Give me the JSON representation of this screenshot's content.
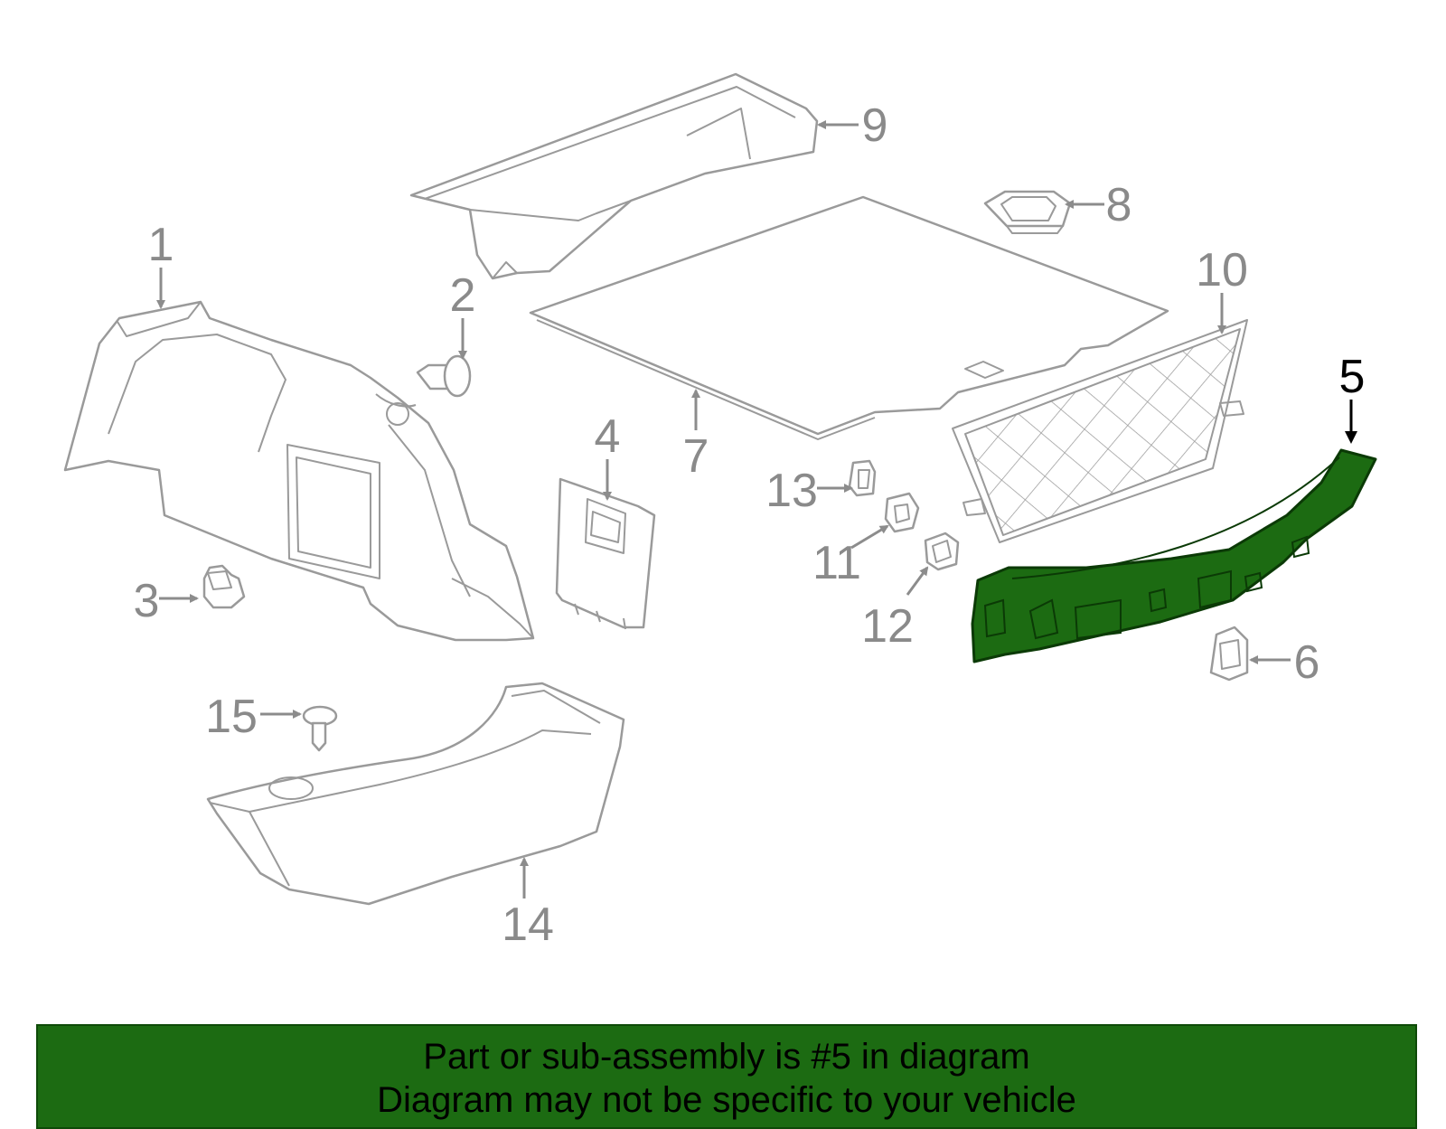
{
  "colors": {
    "highlight_part": "#1c6b12",
    "banner_background": "#1c6b12",
    "outline": "#9a9a9a",
    "callout_text": "#8a8a8a"
  },
  "callouts": {
    "c1": "1",
    "c2": "2",
    "c3": "3",
    "c4": "4",
    "c5": "5",
    "c6": "6",
    "c7": "7",
    "c8": "8",
    "c9": "9",
    "c10": "10",
    "c11": "11",
    "c12": "12",
    "c13": "13",
    "c14": "14",
    "c15": "15"
  },
  "highlighted_callout": "5",
  "banner": {
    "line1": "Part or sub-assembly is #5 in diagram",
    "line2": "Diagram may not be specific to your vehicle"
  }
}
